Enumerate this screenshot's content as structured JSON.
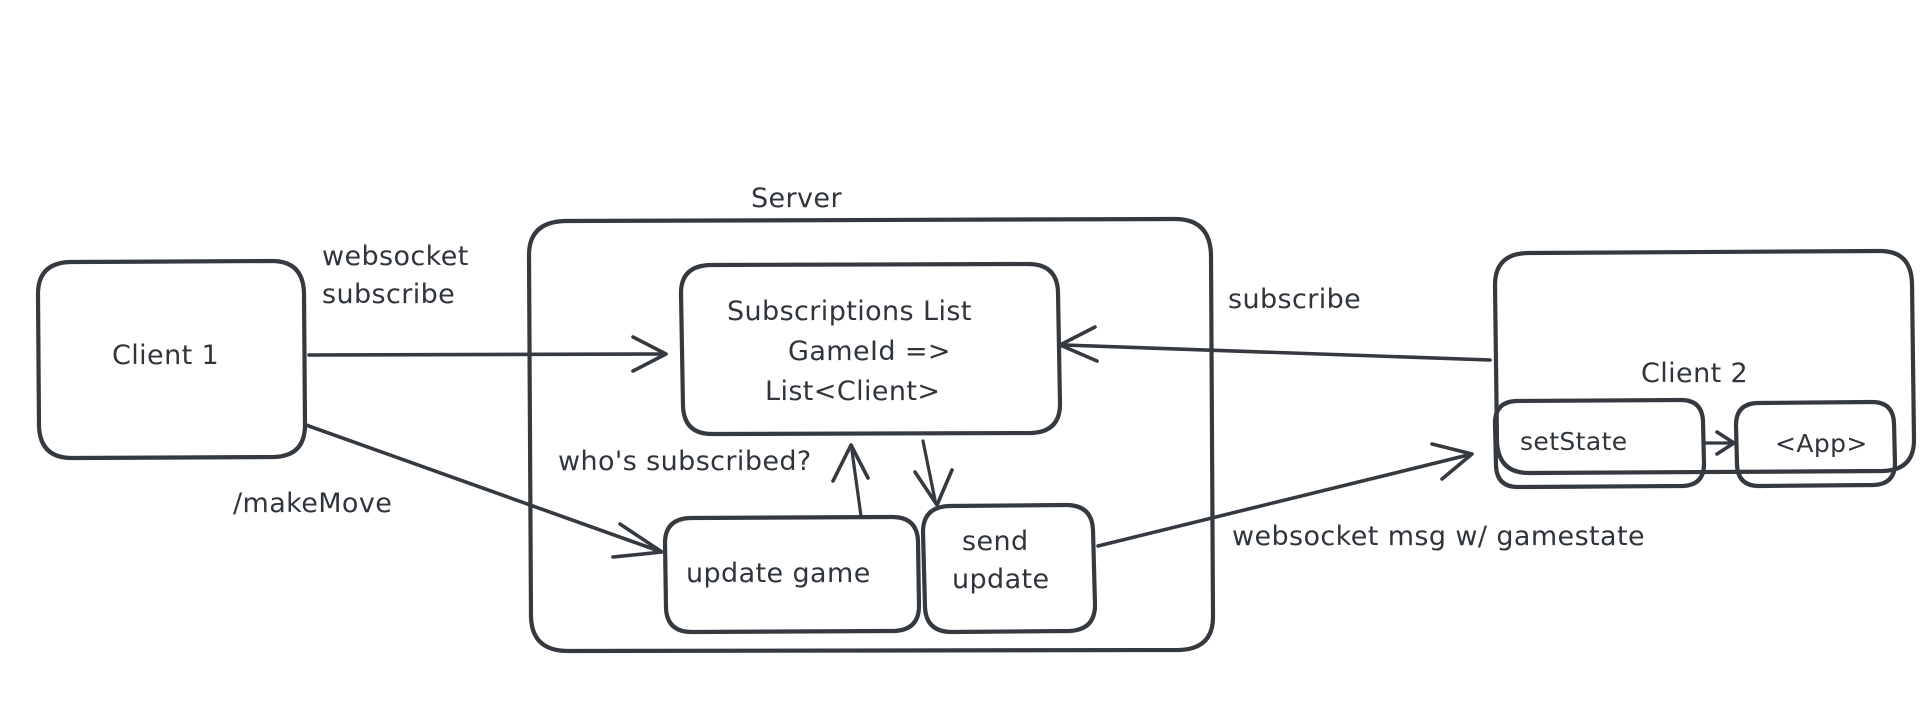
{
  "diagram": {
    "title_visible": false,
    "stroke_color": "#343a40",
    "text_color": "#2f353b",
    "background_color": "#ffffff"
  },
  "nodes": {
    "client1": {
      "label": "Client 1"
    },
    "server": {
      "label": "Server"
    },
    "subscriptions": {
      "line1": "Subscriptions List",
      "line2": "GameId =>",
      "line3": "List<Client>"
    },
    "update_game": {
      "label": "update game"
    },
    "send_update": {
      "line1": "send",
      "line2": "update"
    },
    "client2": {
      "label": "Client 2"
    },
    "set_state": {
      "label": "setState"
    },
    "app": {
      "label": "<App>"
    }
  },
  "edge_labels": {
    "websocket_subscribe_line1": "websocket",
    "websocket_subscribe_line2": "subscribe",
    "make_move": "/makeMove",
    "whos_subscribed": "who's subscribed?",
    "subscribe": "subscribe",
    "websocket_msg": "websocket msg w/ gamestate"
  }
}
